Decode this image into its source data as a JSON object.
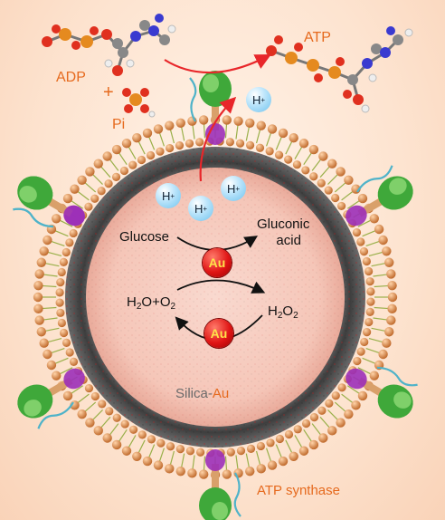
{
  "labels": {
    "adp": "ADP",
    "plus": "+",
    "pi": "Pi",
    "atp": "ATP",
    "glucose": "Glucose",
    "gluconic_line1": "Gluconic",
    "gluconic_line2": "acid",
    "h2o_o2": "H2O+O2",
    "h2o2": "H2O2",
    "au_top": "Au",
    "au_bottom": "Au",
    "silica": "Silica-",
    "silica_au": "Au",
    "atp_synthase": "ATP synthase",
    "h_symbol": "H"
  },
  "colors": {
    "label_orange": "#e66a1e",
    "arrow_red": "#e8262a",
    "au_core": "#e01515",
    "au_text": "#ffe24a",
    "membrane_head": "#e0955a",
    "synthase_green": "#3fa83a",
    "synthase_purple": "#9c2fb8",
    "shell_dark": "#5a5a5a",
    "core_pink": "#f6cbbf"
  },
  "icons": [
    "adp-molecule-icon",
    "phosphate-molecule-icon",
    "atp-molecule-icon",
    "atp-synthase-icon",
    "proton-icon",
    "gold-nanoparticle-icon"
  ]
}
